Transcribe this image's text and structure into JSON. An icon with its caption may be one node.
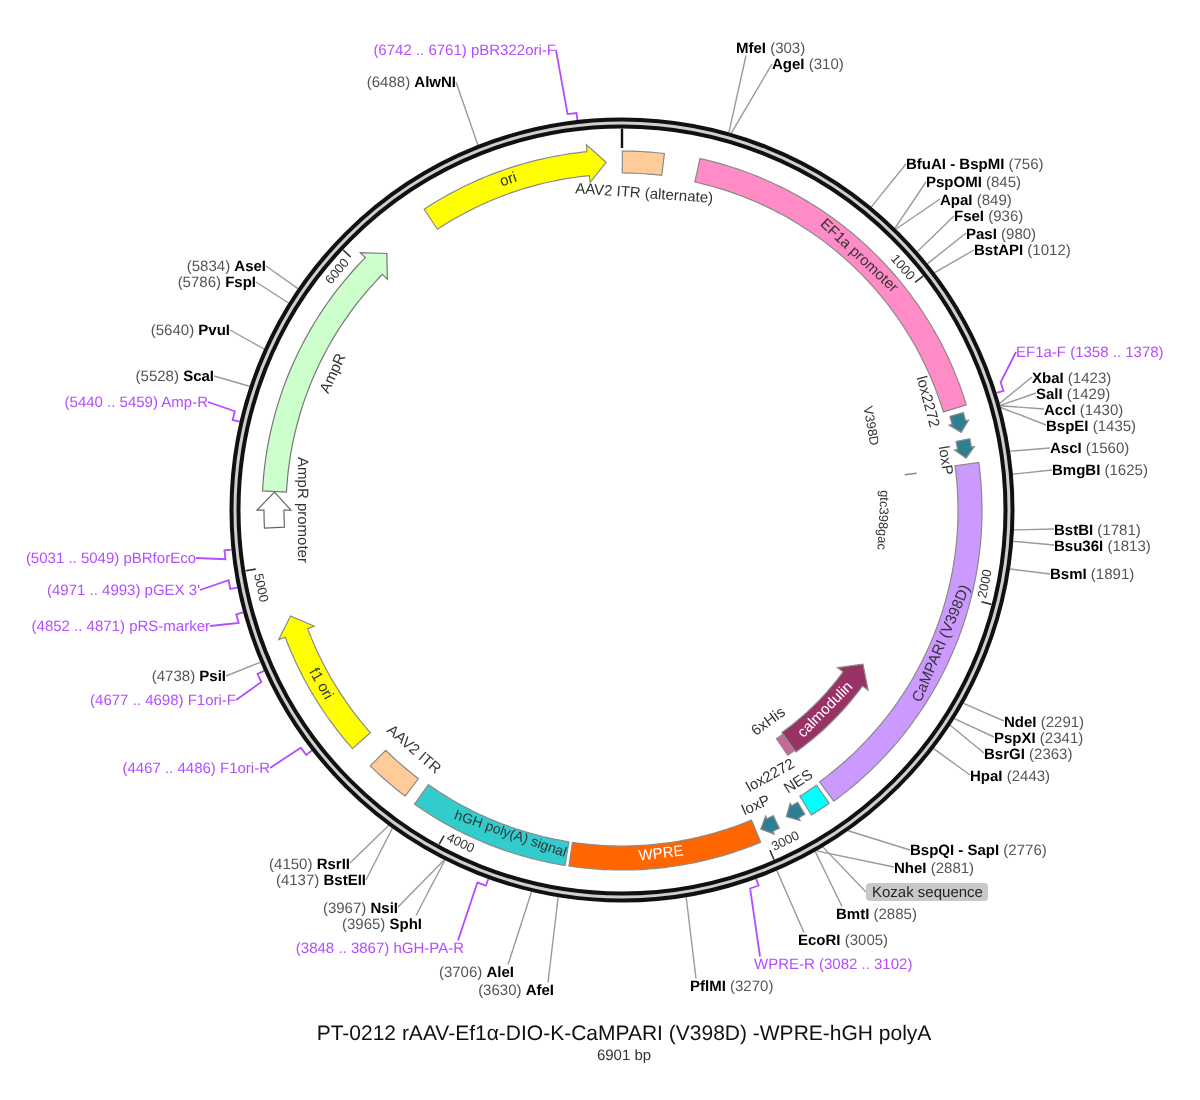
{
  "diagram": {
    "title": "PT-0212 rAAV-Ef1α-DIO-K-CaMPARI (V398D) -WPRE-hGH polyA",
    "caption": "6901 bp",
    "nodes": [
      {
        "text": [],
        "shape": "circle"
      },
      {
        "text": [
          "ori"
        ],
        "in": 0
      },
      {
        "text": [
          "AAV2 ITR (alternate)"
        ],
        "in": 0
      },
      {
        "text": [
          "EF1a promoter"
        ],
        "in": 0
      },
      {
        "text": [
          "lox2272"
        ],
        "in": 0
      },
      {
        "text": [
          "loxP"
        ],
        "in": 0
      },
      {
        "text": [
          "CaMPARI (V398D)"
        ],
        "in": 0
      },
      {
        "text": [
          "calmodulin"
        ],
        "in": 0
      },
      {
        "text": [
          "6xHis"
        ],
        "in": 0
      },
      {
        "text": [
          "NES"
        ],
        "in": 0
      },
      {
        "text": [
          "lox2272"
        ],
        "in": 0
      },
      {
        "text": [
          "loxP"
        ],
        "in": 0
      },
      {
        "text": [
          "WPRE"
        ],
        "in": 0
      },
      {
        "text": [
          "hGH poly(A) signal"
        ],
        "in": 0
      },
      {
        "text": [
          "AAV2 ITR"
        ],
        "in": 0
      },
      {
        "text": [
          "f1 ori"
        ],
        "in": 0
      },
      {
        "text": [
          "AmpR promoter"
        ],
        "in": 0
      },
      {
        "text": [
          "AmpR"
        ],
        "in": 0
      },
      {
        "text": [
          "Kozak sequence"
        ]
      },
      {
        "text": [
          "**MfeI** (303)"
        ]
      },
      {
        "text": [
          "**AgeI** (310)"
        ]
      },
      {
        "text": [
          "**BfuAI - BspMI** (756)"
        ]
      },
      {
        "text": [
          "**PspOMI** (845)"
        ]
      },
      {
        "text": [
          "**ApaI** (849)"
        ]
      },
      {
        "text": [
          "**FseI** (936)"
        ]
      },
      {
        "text": [
          "**PasI** (980)"
        ]
      },
      {
        "text": [
          "**BstAPI** (1012)"
        ]
      },
      {
        "text": [
          "EF1a-F (1358 .. 1378)"
        ]
      },
      {
        "text": [
          "**XbaI** (1423)"
        ]
      },
      {
        "text": [
          "**SalI** (1429)"
        ]
      },
      {
        "text": [
          "**AccI** (1430)"
        ]
      },
      {
        "text": [
          "**BspEI** (1435)"
        ]
      },
      {
        "text": [
          "**AscI** (1560)"
        ]
      },
      {
        "text": [
          "**BmgBI** (1625)"
        ]
      },
      {
        "text": [
          "**BstBI** (1781)"
        ]
      },
      {
        "text": [
          "**Bsu36I** (1813)"
        ]
      },
      {
        "text": [
          "**BsmI** (1891)"
        ]
      },
      {
        "text": [
          "**NdeI** (2291)"
        ]
      },
      {
        "text": [
          "**PspXI** (2341)"
        ]
      },
      {
        "text": [
          "**BsrGI** (2363)"
        ]
      },
      {
        "text": [
          "**HpaI** (2443)"
        ]
      },
      {
        "text": [
          "**BspQI - SapI** (2776)"
        ]
      },
      {
        "text": [
          "**NheI** (2881)"
        ]
      },
      {
        "text": [
          "**BmtI** (2885)"
        ]
      },
      {
        "text": [
          "**EcoRI** (3005)"
        ]
      },
      {
        "text": [
          "WPRE-R (3082 .. 3102)"
        ]
      },
      {
        "text": [
          "**PflMI** (3270)"
        ]
      },
      {
        "text": [
          "(3630) **AfeI**"
        ]
      },
      {
        "text": [
          "(3706) **AleI**"
        ]
      },
      {
        "text": [
          "(3848 .. 3867) hGH-PA-R"
        ]
      },
      {
        "text": [
          "(3965) **SphI**"
        ]
      },
      {
        "text": [
          "(3967) **NsiI**"
        ]
      },
      {
        "text": [
          "(4137) **BstEII**"
        ]
      },
      {
        "text": [
          "(4150) **RsrII**"
        ]
      },
      {
        "text": [
          "(4467 .. 4486) F1ori-R"
        ]
      },
      {
        "text": [
          "(4677 .. 4698) F1ori-F"
        ]
      },
      {
        "text": [
          "(4738) **PsiI**"
        ]
      },
      {
        "text": [
          "(4852 .. 4871) pRS-marker"
        ]
      },
      {
        "text": [
          "(4971 .. 4993) pGEX 3'"
        ]
      },
      {
        "text": [
          "(5031 .. 5049) pBRforEco"
        ]
      },
      {
        "text": [
          "(5440 .. 5459) Amp-R"
        ]
      },
      {
        "text": [
          "(5528) **ScaI**"
        ]
      },
      {
        "text": [
          "(5640) **PvuI**"
        ]
      },
      {
        "text": [
          "(5786) **FspI**"
        ]
      },
      {
        "text": [
          "(5834) **AseI**"
        ]
      },
      {
        "text": [
          "(6488) **AlwNI**"
        ]
      },
      {
        "text": [
          "(6742 .. 6761) pBR322ori-F"
        ]
      }
    ],
    "edges": [
      {
        "from": 18,
        "to": 0,
        "arrow": "none"
      },
      {
        "from": 19,
        "to": 0,
        "arrow": "none"
      },
      {
        "from": 20,
        "to": 0,
        "arrow": "none"
      },
      {
        "from": 21,
        "to": 0,
        "arrow": "none"
      },
      {
        "from": 22,
        "to": 0,
        "arrow": "none"
      },
      {
        "from": 23,
        "to": 0,
        "arrow": "none"
      },
      {
        "from": 24,
        "to": 0,
        "arrow": "none"
      },
      {
        "from": 25,
        "to": 0,
        "arrow": "none"
      },
      {
        "from": 26,
        "to": 0,
        "arrow": "none"
      },
      {
        "from": 27,
        "to": 0,
        "arrow": "none",
        "color": "#b34dff"
      },
      {
        "from": 28,
        "to": 0,
        "arrow": "none"
      },
      {
        "from": 29,
        "to": 0,
        "arrow": "none"
      },
      {
        "from": 30,
        "to": 0,
        "arrow": "none"
      },
      {
        "from": 31,
        "to": 0,
        "arrow": "none"
      },
      {
        "from": 32,
        "to": 0,
        "arrow": "none"
      },
      {
        "from": 33,
        "to": 0,
        "arrow": "none"
      },
      {
        "from": 34,
        "to": 0,
        "arrow": "none"
      },
      {
        "from": 35,
        "to": 0,
        "arrow": "none"
      },
      {
        "from": 36,
        "to": 0,
        "arrow": "none"
      },
      {
        "from": 37,
        "to": 0,
        "arrow": "none"
      },
      {
        "from": 38,
        "to": 0,
        "arrow": "none"
      },
      {
        "from": 39,
        "to": 0,
        "arrow": "none"
      },
      {
        "from": 40,
        "to": 0,
        "arrow": "none"
      },
      {
        "from": 41,
        "to": 0,
        "arrow": "none"
      },
      {
        "from": 42,
        "to": 0,
        "arrow": "none"
      },
      {
        "from": 43,
        "to": 0,
        "arrow": "none"
      },
      {
        "from": 44,
        "to": 0,
        "arrow": "none"
      },
      {
        "from": 45,
        "to": 0,
        "arrow": "none",
        "color": "#b34dff"
      },
      {
        "from": 46,
        "to": 0,
        "arrow": "none"
      },
      {
        "from": 47,
        "to": 0,
        "arrow": "none"
      },
      {
        "from": 48,
        "to": 0,
        "arrow": "none"
      },
      {
        "from": 49,
        "to": 0,
        "arrow": "none",
        "color": "#b34dff"
      },
      {
        "from": 50,
        "to": 0,
        "arrow": "none"
      },
      {
        "from": 51,
        "to": 0,
        "arrow": "none"
      },
      {
        "from": 52,
        "to": 0,
        "arrow": "none"
      },
      {
        "from": 53,
        "to": 0,
        "arrow": "none"
      },
      {
        "from": 54,
        "to": 0,
        "arrow": "none",
        "color": "#b34dff"
      },
      {
        "from": 55,
        "to": 0,
        "arrow": "none",
        "color": "#b34dff"
      },
      {
        "from": 56,
        "to": 0,
        "arrow": "none"
      },
      {
        "from": 57,
        "to": 0,
        "arrow": "none",
        "color": "#b34dff"
      },
      {
        "from": 58,
        "to": 0,
        "arrow": "none",
        "color": "#b34dff"
      },
      {
        "from": 59,
        "to": 0,
        "arrow": "none",
        "color": "#b34dff"
      },
      {
        "from": 60,
        "to": 0,
        "arrow": "none",
        "color": "#b34dff"
      },
      {
        "from": 61,
        "to": 0,
        "arrow": "none"
      },
      {
        "from": 62,
        "to": 0,
        "arrow": "none"
      },
      {
        "from": 63,
        "to": 0,
        "arrow": "none"
      },
      {
        "from": 64,
        "to": 0,
        "arrow": "none"
      },
      {
        "from": 65,
        "to": 0,
        "arrow": "none"
      },
      {
        "from": 66,
        "to": 0,
        "arrow": "none",
        "color": "#b34dff"
      }
    ],
    "labels": [
      "1000",
      "6000",
      "V398D",
      "gtc398gac",
      "2000",
      "5000",
      "4000",
      "3000"
    ]
  }
}
